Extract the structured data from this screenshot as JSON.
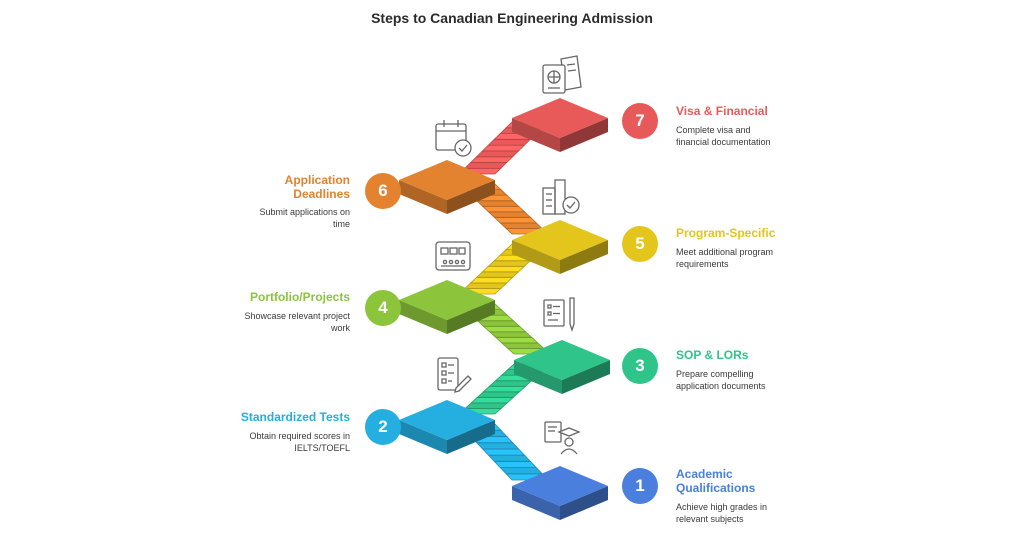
{
  "title": "Steps to Canadian Engineering Admission",
  "steps": [
    {
      "number": "1",
      "title": "Academic\nQualifications",
      "description": "Achieve high grades in\nrelevant subjects",
      "color": "#4a7fdd",
      "icon": "graduate-certificate-icon"
    },
    {
      "number": "2",
      "title": "Standardized Tests",
      "description": "Obtain required scores in\nIELTS/TOEFL",
      "color": "#25aee0",
      "icon": "test-checklist-icon"
    },
    {
      "number": "3",
      "title": "SOP & LORs",
      "description": "Prepare compelling\napplication documents",
      "color": "#2fc48a",
      "icon": "documents-pen-icon"
    },
    {
      "number": "4",
      "title": "Portfolio/Projects",
      "description": "Showcase relevant project\nwork",
      "color": "#8cc43c",
      "icon": "project-board-icon"
    },
    {
      "number": "5",
      "title": "Program-Specific",
      "description": "Meet additional program\nrequirements",
      "color": "#e3c51c",
      "icon": "building-check-icon"
    },
    {
      "number": "6",
      "title": "Application\nDeadlines",
      "description": "Submit applications on\ntime",
      "color": "#e3822f",
      "icon": "calendar-check-icon"
    },
    {
      "number": "7",
      "title": "Visa & Financial",
      "description": "Complete visa and\nfinancial documentation",
      "color": "#e85a5a",
      "icon": "passport-ticket-icon"
    }
  ]
}
